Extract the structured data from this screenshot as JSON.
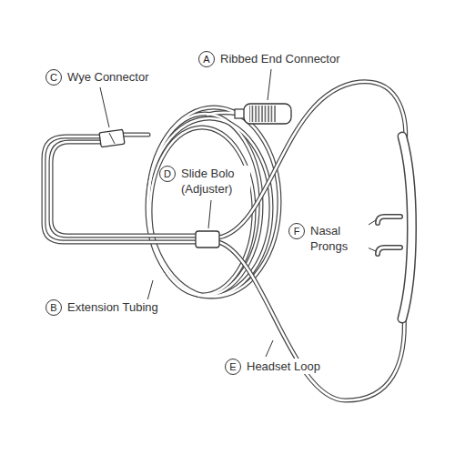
{
  "diagram": {
    "nodes": [
      {
        "text": [
          "A",
          "Ribbed End Connector"
        ]
      },
      {
        "text": [
          "C",
          "Wye Connector"
        ]
      },
      {
        "text": [
          "D",
          "Slide Bolo (Adjuster)"
        ]
      },
      {
        "text": [
          "F",
          "Nasal Prongs"
        ]
      },
      {
        "text": [
          "B",
          "Extension Tubing"
        ]
      },
      {
        "text": [
          "E",
          "Headset Loop"
        ]
      }
    ]
  }
}
